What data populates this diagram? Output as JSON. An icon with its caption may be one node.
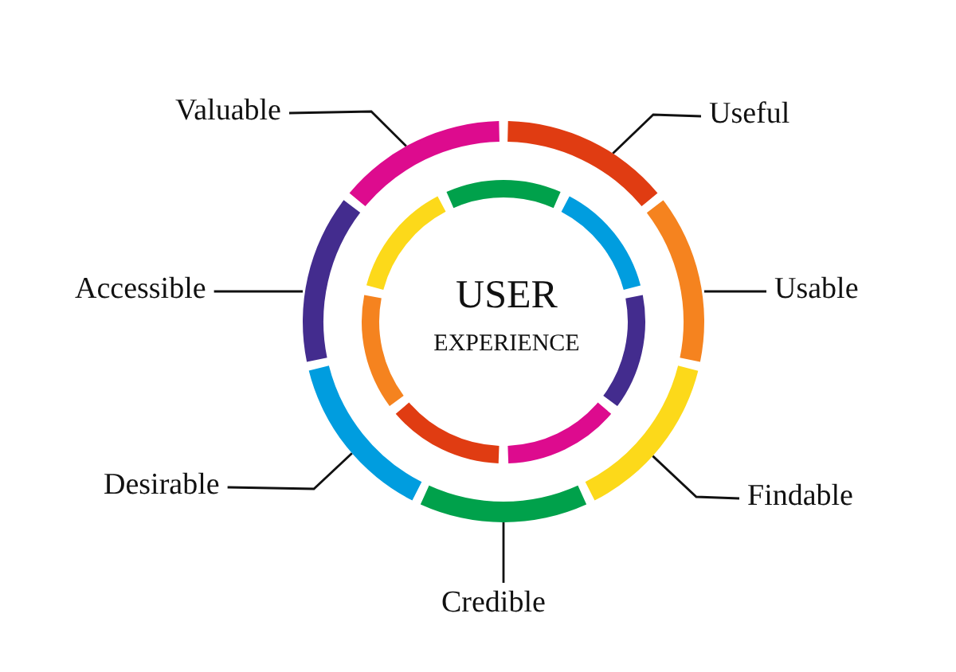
{
  "diagram": {
    "nodes": [
      {
        "text": [
          "Useful"
        ]
      },
      {
        "text": [
          "Usable"
        ]
      },
      {
        "text": [
          "Findable"
        ]
      },
      {
        "text": [
          "Credible"
        ]
      },
      {
        "text": [
          "Desirable"
        ]
      },
      {
        "text": [
          "Accessible"
        ]
      },
      {
        "text": [
          "Valuable"
        ]
      },
      {
        "text": [],
        "shape": "arc"
      },
      {
        "text": [],
        "shape": "arc"
      },
      {
        "text": [],
        "shape": "arc"
      },
      {
        "text": [],
        "shape": "arc"
      },
      {
        "text": [],
        "shape": "arc"
      },
      {
        "text": [],
        "shape": "arc"
      },
      {
        "text": [],
        "shape": "arc"
      }
    ],
    "edges": [
      {
        "from": 0,
        "to": 7,
        "arrow": "none"
      },
      {
        "from": 1,
        "to": 8,
        "arrow": "none"
      },
      {
        "from": 2,
        "to": 9,
        "arrow": "none"
      },
      {
        "from": 3,
        "to": 10,
        "arrow": "none"
      },
      {
        "from": 4,
        "to": 11,
        "arrow": "none"
      },
      {
        "from": 5,
        "to": 12,
        "arrow": "none"
      },
      {
        "from": 6,
        "to": 13,
        "arrow": "none"
      }
    ],
    "labels": [
      "USER",
      "EXPERIENCE"
    ]
  }
}
